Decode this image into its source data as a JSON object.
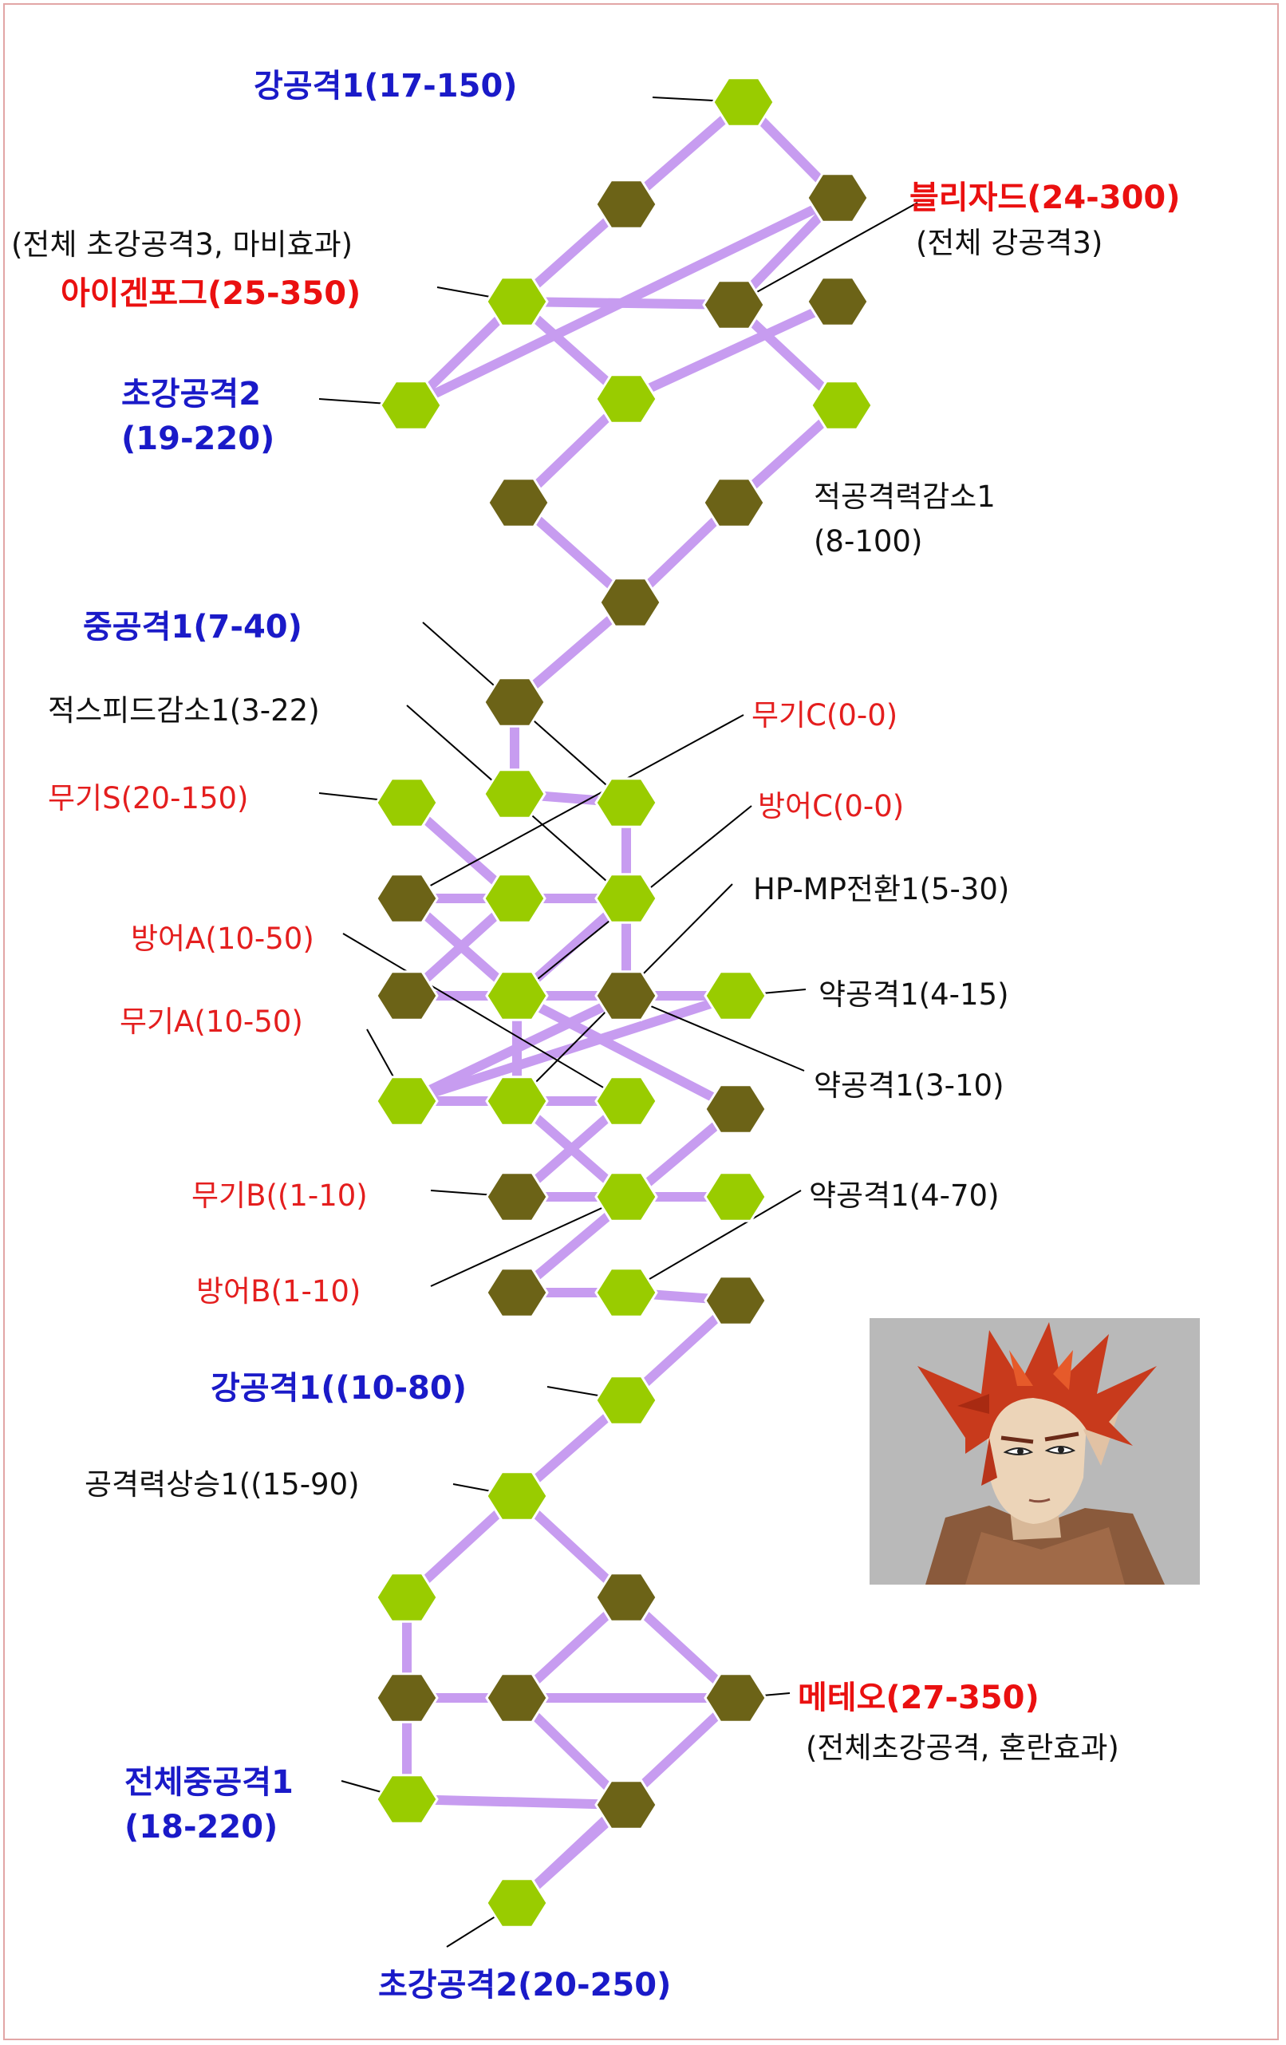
{
  "colors": {
    "path": "#c79cf0",
    "node_light": "#99cc00",
    "node_dark": "#6c6317",
    "label_blue": "#1a1ac8",
    "label_red": "#ea1010",
    "frame": "#e2a6a6"
  },
  "nodes": [
    {
      "id": "n1",
      "c": "l"
    },
    {
      "id": "n2",
      "c": "d"
    },
    {
      "id": "n3",
      "c": "d"
    },
    {
      "id": "n4",
      "c": "l"
    },
    {
      "id": "n5",
      "c": "l"
    },
    {
      "id": "n6",
      "c": "d"
    },
    {
      "id": "n7",
      "c": "l"
    },
    {
      "id": "n8",
      "c": "d"
    },
    {
      "id": "n9",
      "c": "l"
    },
    {
      "id": "n10",
      "c": "d"
    },
    {
      "id": "n11",
      "c": "d"
    },
    {
      "id": "n12",
      "c": "d"
    },
    {
      "id": "n13",
      "c": "d"
    },
    {
      "id": "n14",
      "c": "l"
    },
    {
      "id": "n15",
      "c": "l"
    },
    {
      "id": "n16",
      "c": "l"
    },
    {
      "id": "n17",
      "c": "d"
    },
    {
      "id": "n18",
      "c": "l"
    },
    {
      "id": "n19",
      "c": "l"
    },
    {
      "id": "n20",
      "c": "l"
    },
    {
      "id": "n21",
      "c": "d"
    },
    {
      "id": "n22",
      "c": "d"
    },
    {
      "id": "n23",
      "c": "l"
    },
    {
      "id": "n24",
      "c": "l"
    },
    {
      "id": "n25",
      "c": "l"
    },
    {
      "id": "n26",
      "c": "l"
    },
    {
      "id": "n27",
      "c": "d"
    },
    {
      "id": "n28",
      "c": "d"
    },
    {
      "id": "n29",
      "c": "l"
    },
    {
      "id": "n30",
      "c": "l"
    },
    {
      "id": "n31",
      "c": "d"
    },
    {
      "id": "n32",
      "c": "l"
    },
    {
      "id": "n33",
      "c": "d"
    },
    {
      "id": "n34",
      "c": "d"
    },
    {
      "id": "n35",
      "c": "l"
    },
    {
      "id": "n36",
      "c": "l"
    },
    {
      "id": "n37",
      "c": "l"
    },
    {
      "id": "n38",
      "c": "d"
    },
    {
      "id": "n39",
      "c": "d"
    },
    {
      "id": "n40",
      "c": "d"
    },
    {
      "id": "n41",
      "c": "d"
    },
    {
      "id": "n42",
      "c": "l"
    },
    {
      "id": "n43",
      "c": "l"
    },
    {
      "id": "n44",
      "c": "d"
    },
    {
      "id": "n45",
      "c": "l"
    }
  ],
  "edges": [
    [
      "n1",
      "n2"
    ],
    [
      "n1",
      "n3"
    ],
    [
      "n2",
      "n5"
    ],
    [
      "n3",
      "n6"
    ],
    [
      "n4",
      "n5"
    ],
    [
      "n4",
      "n3"
    ],
    [
      "n5",
      "n7"
    ],
    [
      "n6",
      "n9"
    ],
    [
      "n7",
      "n8"
    ],
    [
      "n7",
      "n10"
    ],
    [
      "n5",
      "n6"
    ],
    [
      "n9",
      "n11"
    ],
    [
      "n10",
      "n12"
    ],
    [
      "n11",
      "n12"
    ],
    [
      "n12",
      "n13"
    ],
    [
      "n13",
      "n14"
    ],
    [
      "n14",
      "n16"
    ],
    [
      "n16",
      "n19"
    ],
    [
      "n19",
      "n22"
    ],
    [
      "n22",
      "n24"
    ],
    [
      "n24",
      "n26"
    ],
    [
      "n26",
      "n28"
    ],
    [
      "n15",
      "n18"
    ],
    [
      "n18",
      "n21"
    ],
    [
      "n21",
      "n23"
    ],
    [
      "n23",
      "n24"
    ],
    [
      "n17",
      "n19"
    ],
    [
      "n17",
      "n20"
    ],
    [
      "n20",
      "n25"
    ],
    [
      "n25",
      "n29"
    ],
    [
      "n29",
      "n30"
    ],
    [
      "n30",
      "n28"
    ],
    [
      "n19",
      "n20"
    ],
    [
      "n20",
      "n27"
    ],
    [
      "n27",
      "n31"
    ],
    [
      "n31",
      "n32"
    ],
    [
      "n32",
      "n33"
    ],
    [
      "n33",
      "n35"
    ],
    [
      "n35",
      "n36"
    ],
    [
      "n36",
      "n37"
    ],
    [
      "n36",
      "n38"
    ],
    [
      "n37",
      "n40"
    ],
    [
      "n37",
      "n43"
    ],
    [
      "n38",
      "n41"
    ],
    [
      "n38",
      "n39"
    ],
    [
      "n39",
      "n42"
    ],
    [
      "n41",
      "n42"
    ],
    [
      "n40",
      "n41"
    ],
    [
      "n41",
      "n44"
    ],
    [
      "n42",
      "n45"
    ],
    [
      "n43",
      "n44"
    ],
    [
      "n44",
      "n45"
    ]
  ],
  "labels": [
    {
      "id": "l1",
      "text": "강공격1(17-150)",
      "style": "blue"
    },
    {
      "id": "l2",
      "text": "(전체 초강공격3, 마비효과)",
      "style": "black"
    },
    {
      "id": "l3",
      "text": "아이겐포그(25-350)",
      "style": "red-b"
    },
    {
      "id": "l4",
      "text": "블리자드(24-300)",
      "style": "red-b"
    },
    {
      "id": "l5",
      "text": "(전체 강공격3)",
      "style": "black"
    },
    {
      "id": "l6",
      "text": "초강공격2",
      "style": "blue"
    },
    {
      "id": "l7",
      "text": "(19-220)",
      "style": "blue"
    },
    {
      "id": "l8",
      "text": "적공격력감소1",
      "style": "black"
    },
    {
      "id": "l9",
      "text": "(8-100)",
      "style": "black"
    },
    {
      "id": "l10",
      "text": "중공격1(7-40)",
      "style": "blue"
    },
    {
      "id": "l11",
      "text": "적스피드감소1(3-22)",
      "style": "black"
    },
    {
      "id": "l12",
      "text": "무기C(0-0)",
      "style": "red"
    },
    {
      "id": "l13",
      "text": "무기S(20-150)",
      "style": "red"
    },
    {
      "id": "l14",
      "text": "방어C(0-0)",
      "style": "red"
    },
    {
      "id": "l15",
      "text": "HP-MP전환1(5-30)",
      "style": "black"
    },
    {
      "id": "l16",
      "text": "방어A(10-50)",
      "style": "red"
    },
    {
      "id": "l17",
      "text": "약공격1(4-15)",
      "style": "black"
    },
    {
      "id": "l18",
      "text": "무기A(10-50)",
      "style": "red"
    },
    {
      "id": "l19",
      "text": "약공격1(3-10)",
      "style": "black"
    },
    {
      "id": "l20",
      "text": "무기B((1-10)",
      "style": "red"
    },
    {
      "id": "l21",
      "text": "약공격1(4-70)",
      "style": "black"
    },
    {
      "id": "l22",
      "text": "방어B(1-10)",
      "style": "red"
    },
    {
      "id": "l23",
      "text": "강공격1((10-80)",
      "style": "blue"
    },
    {
      "id": "l24",
      "text": "공격력상승1((15-90)",
      "style": "black"
    },
    {
      "id": "l25",
      "text": "메테오(27-350)",
      "style": "red-b"
    },
    {
      "id": "l26",
      "text": "(전체초강공격, 혼란효과)",
      "style": "black"
    },
    {
      "id": "l27",
      "text": "전체중공격1",
      "style": "blue"
    },
    {
      "id": "l28",
      "text": "(18-220)",
      "style": "blue"
    },
    {
      "id": "l29",
      "text": "초강공격2(20-250)",
      "style": "blue"
    }
  ],
  "leaders": [
    [
      "l1",
      "n1"
    ],
    [
      "l3",
      "n5"
    ],
    [
      "l4",
      "n6"
    ],
    [
      "l6",
      "n4"
    ],
    [
      "l8",
      "n9"
    ],
    [
      "l10",
      "n16"
    ],
    [
      "l11",
      "n19"
    ],
    [
      "l12",
      "n17"
    ],
    [
      "l13",
      "n15"
    ],
    [
      "l14",
      "n20"
    ],
    [
      "l15",
      "n25"
    ],
    [
      "l16",
      "n26"
    ],
    [
      "l17",
      "n23"
    ],
    [
      "l18",
      "n24"
    ],
    [
      "l19",
      "n22"
    ],
    [
      "l20",
      "n28"
    ],
    [
      "l21",
      "n32"
    ],
    [
      "l22",
      "n29"
    ],
    [
      "l23",
      "n35"
    ],
    [
      "l24",
      "n36"
    ],
    [
      "l25",
      "n42"
    ],
    [
      "l27",
      "n43"
    ],
    [
      "l29",
      "n45"
    ]
  ]
}
